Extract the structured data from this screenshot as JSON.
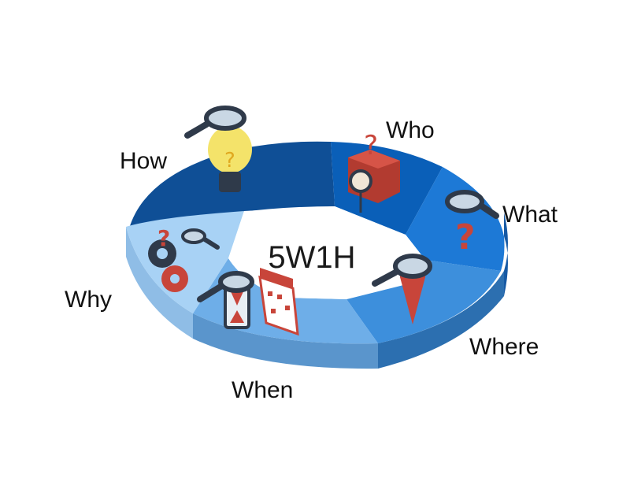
{
  "diagram": {
    "center_title": "5W1H",
    "segments": [
      {
        "key": "how",
        "label": "How"
      },
      {
        "key": "who",
        "label": "Who"
      },
      {
        "key": "what",
        "label": "What"
      },
      {
        "key": "where",
        "label": "Where"
      },
      {
        "key": "when",
        "label": "When"
      },
      {
        "key": "why",
        "label": "Why"
      }
    ],
    "icons": {
      "how": "lightbulb-magnifier-icon",
      "who": "person-box-question-icon",
      "what": "question-mark-magnifier-icon",
      "where": "map-pin-magnifier-icon",
      "when": "hourglass-calendar-icon",
      "why": "gears-question-icon"
    },
    "colors": {
      "how": "#0f4f96",
      "who": "#0a5fb8",
      "what": "#1d79d6",
      "where": "#3d8fdc",
      "when": "#6eaee8",
      "why": "#a8d2f5",
      "icon_red": "#c8453a",
      "icon_dark": "#2f3a4a"
    }
  }
}
